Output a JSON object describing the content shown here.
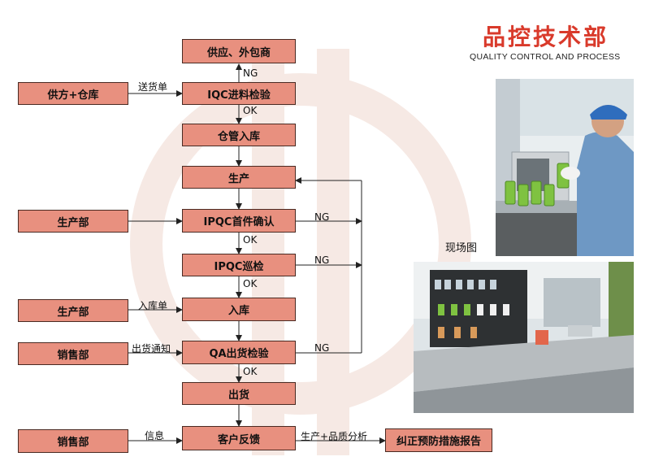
{
  "header": {
    "title": "品控技术部",
    "subtitle": "QUALITY CONTROL AND PROCESS"
  },
  "flow": {
    "main_steps": {
      "supplier": "供应、外包商",
      "iqc": "IQC进料检验",
      "warehouse_in": "仓管入库",
      "production": "生产",
      "ipqc_first": "IPQC首件确认",
      "ipqc_patrol": "IPQC巡检",
      "stock_in": "入库",
      "qa_check": "QA出货检验",
      "shipment": "出货",
      "feedback": "客户反馈",
      "report": "纠正预防措施报告"
    },
    "side_departments": {
      "supply_warehouse": "供方+仓库",
      "production_dept_1": "生产部",
      "production_dept_2": "生产部",
      "sales_dept_1": "销售部",
      "sales_dept_2": "销售部"
    },
    "edge_labels": {
      "ng_iqc": "NG",
      "ok_iqc": "OK",
      "delivery_note": "送货单",
      "ng_ipqc_first": "NG",
      "ok_ipqc_first": "OK",
      "ng_ipqc_patrol": "NG",
      "ok_ipqc_patrol": "OK",
      "stock_note": "入库单",
      "shipping_notice": "出货通知",
      "ng_qa": "NG",
      "ok_qa": "OK",
      "info": "信息",
      "analysis": "生产+品质分析"
    }
  },
  "photos": {
    "caption": "现场图"
  }
}
